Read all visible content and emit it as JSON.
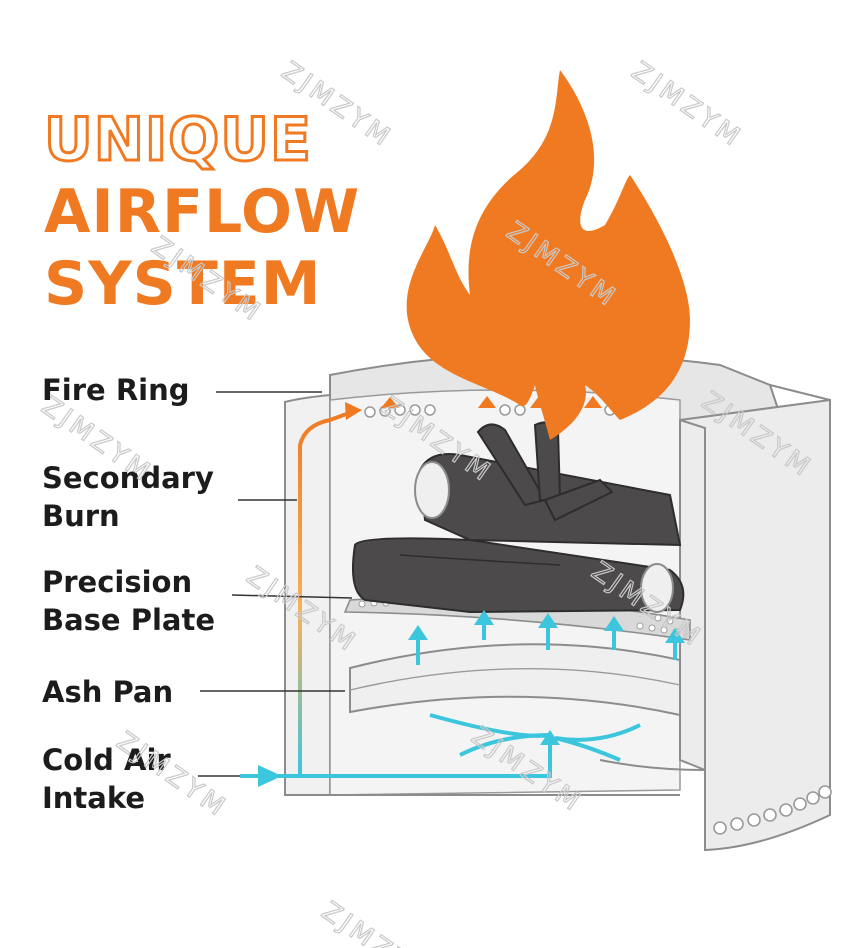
{
  "title": {
    "line1": "UNIQUE",
    "line2": "AIRFLOW",
    "line3": "SYSTEM"
  },
  "labels": [
    {
      "id": "fire-ring",
      "lines": [
        "Fire Ring"
      ]
    },
    {
      "id": "secondary-burn",
      "lines": [
        "Secondary",
        "Burn"
      ]
    },
    {
      "id": "precision-base-plate",
      "lines": [
        "Precision",
        "Base Plate"
      ]
    },
    {
      "id": "ash-pan",
      "lines": [
        "Ash Pan"
      ]
    },
    {
      "id": "cold-air-intake",
      "lines": [
        "Cold Air",
        "Intake"
      ]
    }
  ],
  "watermark": "ZJMZYM",
  "colors": {
    "accent_orange": "#f07a22",
    "airflow_cyan": "#3cc6dd",
    "log_gray": "#4d4a4b",
    "steel_light": "#ececec",
    "steel_mid": "#d6d6d6",
    "outline": "#8c8c8c",
    "leader_line": "#333333"
  }
}
